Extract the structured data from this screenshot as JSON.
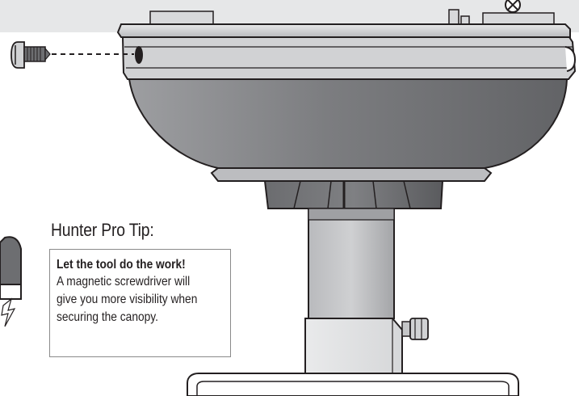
{
  "illustration": {
    "parts": [
      "canopy-screw",
      "canopy",
      "downrod",
      "coupler",
      "set-screw",
      "motor-housing",
      "screwdriver"
    ]
  },
  "pro_tip": {
    "title": "Hunter Pro Tip:",
    "headline": "Let the tool do the work!",
    "body_lines": [
      "A magnetic screwdriver will",
      "give you more visibility when",
      "securing the canopy."
    ]
  },
  "colors": {
    "background": "#ffffff",
    "top_band": "#e6e7e8",
    "canopy_dark": "#77787b",
    "canopy_light": "#d1d2d4",
    "outline": "#231f20",
    "tip_border": "#8a8a8a"
  }
}
